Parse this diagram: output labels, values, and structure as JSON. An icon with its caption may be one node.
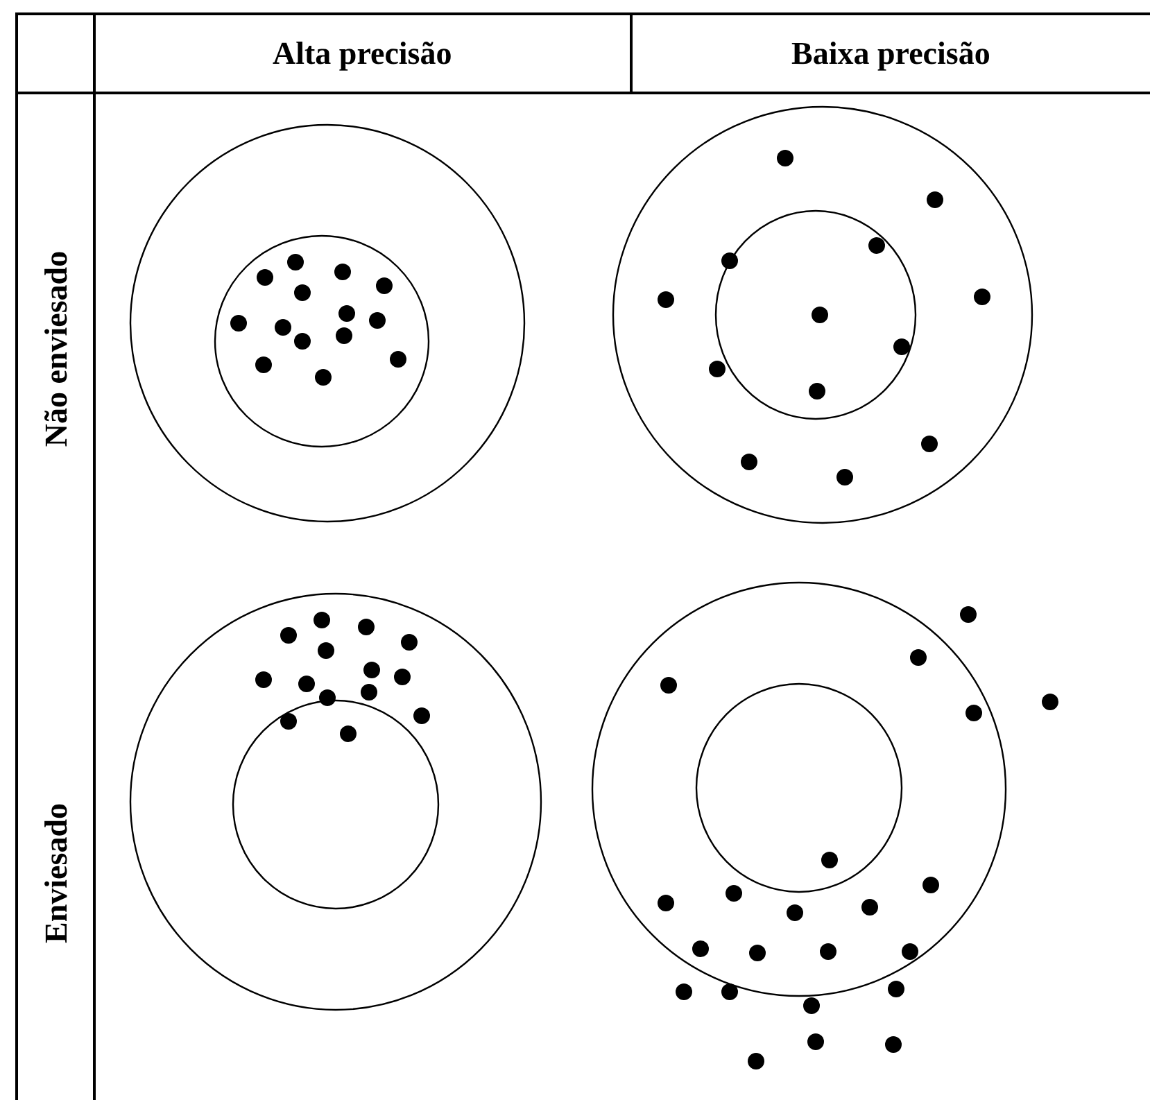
{
  "diagram": {
    "labels": [
      "Alta precisão",
      "Baixa precisão",
      "Não enviesado",
      "Enviesado"
    ]
  }
}
